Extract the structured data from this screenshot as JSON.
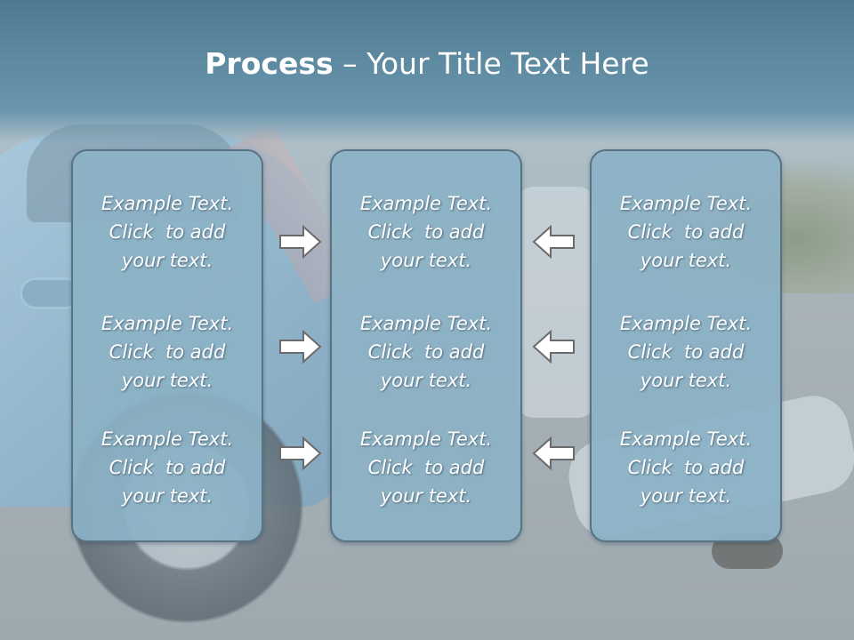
{
  "slide": {
    "title_bold": "Process",
    "title_rest": " – Your Title Text Here"
  },
  "columns": [
    {
      "items": [
        {
          "lines": [
            "Example Text.",
            "Click  to add",
            "your text."
          ]
        },
        {
          "lines": [
            "Example Text.",
            "Click  to add",
            "your text."
          ]
        },
        {
          "lines": [
            "Example Text.",
            "Click  to add",
            "your text."
          ]
        }
      ]
    },
    {
      "items": [
        {
          "lines": [
            "Example Text.",
            "Click  to add",
            "your text."
          ]
        },
        {
          "lines": [
            "Example Text.",
            "Click  to add",
            "your text."
          ]
        },
        {
          "lines": [
            "Example Text.",
            "Click  to add",
            "your text."
          ]
        }
      ]
    },
    {
      "items": [
        {
          "lines": [
            "Example Text.",
            "Click  to add",
            "your text."
          ]
        },
        {
          "lines": [
            "Example Text.",
            "Click  to add",
            "your text."
          ]
        },
        {
          "lines": [
            "Example Text.",
            "Click  to add",
            "your text."
          ]
        }
      ]
    }
  ],
  "arrows": {
    "left_group": "right-arrow-icon",
    "right_group": "left-arrow-icon",
    "stroke_color": "#6b6b6b",
    "fill_color": "#ffffff"
  },
  "colors": {
    "title_band": "#5e8aa2",
    "box_fill": "#8cb2c6",
    "box_border": "#587384",
    "text": "#ffffff"
  }
}
